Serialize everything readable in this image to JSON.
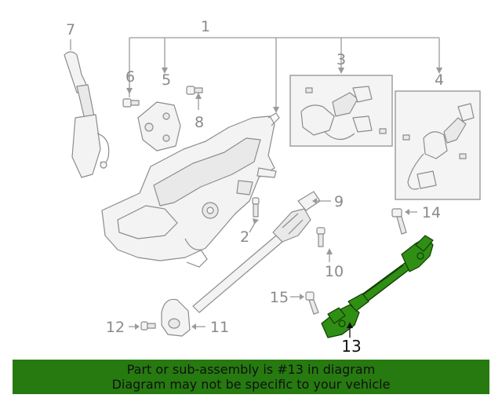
{
  "callouts": {
    "c1": "1",
    "c2": "2",
    "c3": "3",
    "c4": "4",
    "c5": "5",
    "c6": "6",
    "c7": "7",
    "c8": "8",
    "c9": "9",
    "c10": "10",
    "c11": "11",
    "c12": "12",
    "c13": "13",
    "c14": "14",
    "c15": "15"
  },
  "highlighted_part": "13",
  "colors": {
    "highlight": "#2f8f14",
    "banner": "#267a10",
    "linework": "#8c8c8c"
  },
  "banner": {
    "line1": "Part or sub-assembly is #13 in diagram",
    "line2": "Diagram may not be specific to your vehicle"
  }
}
